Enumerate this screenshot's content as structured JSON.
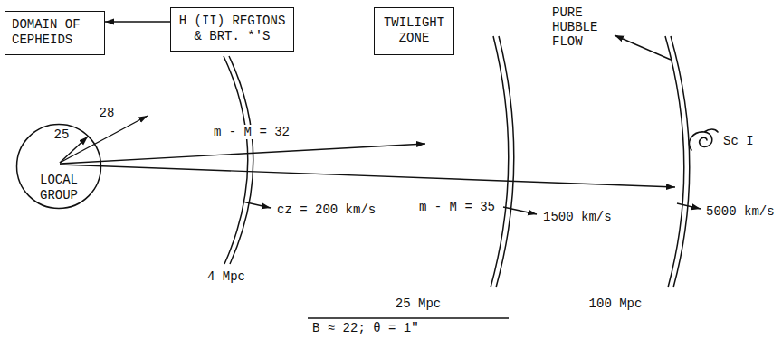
{
  "diagram": {
    "nodes": [
      {
        "text": [
          "DOMAIN OF CEPHEIDS"
        ]
      },
      {
        "text": [
          "H (II) REGIONS & BRT. *'S"
        ]
      },
      {
        "text": [
          "TWILIGHT ZONE"
        ]
      },
      {
        "text": [
          "LOCAL GROUP"
        ]
      }
    ],
    "edges": [
      {
        "from": 1,
        "to": 0,
        "arrow": "to"
      }
    ],
    "labels": [
      "PURE HUBBLE FLOW",
      "28",
      "25",
      "m - M = 32",
      "Sc I",
      "m - M = 35",
      "cz = 200 km/s",
      "1500 km/s",
      "5000 km/s",
      "4 Mpc",
      "25 Mpc",
      "100 Mpc",
      "B ≈ 22; θ = 1\""
    ]
  }
}
